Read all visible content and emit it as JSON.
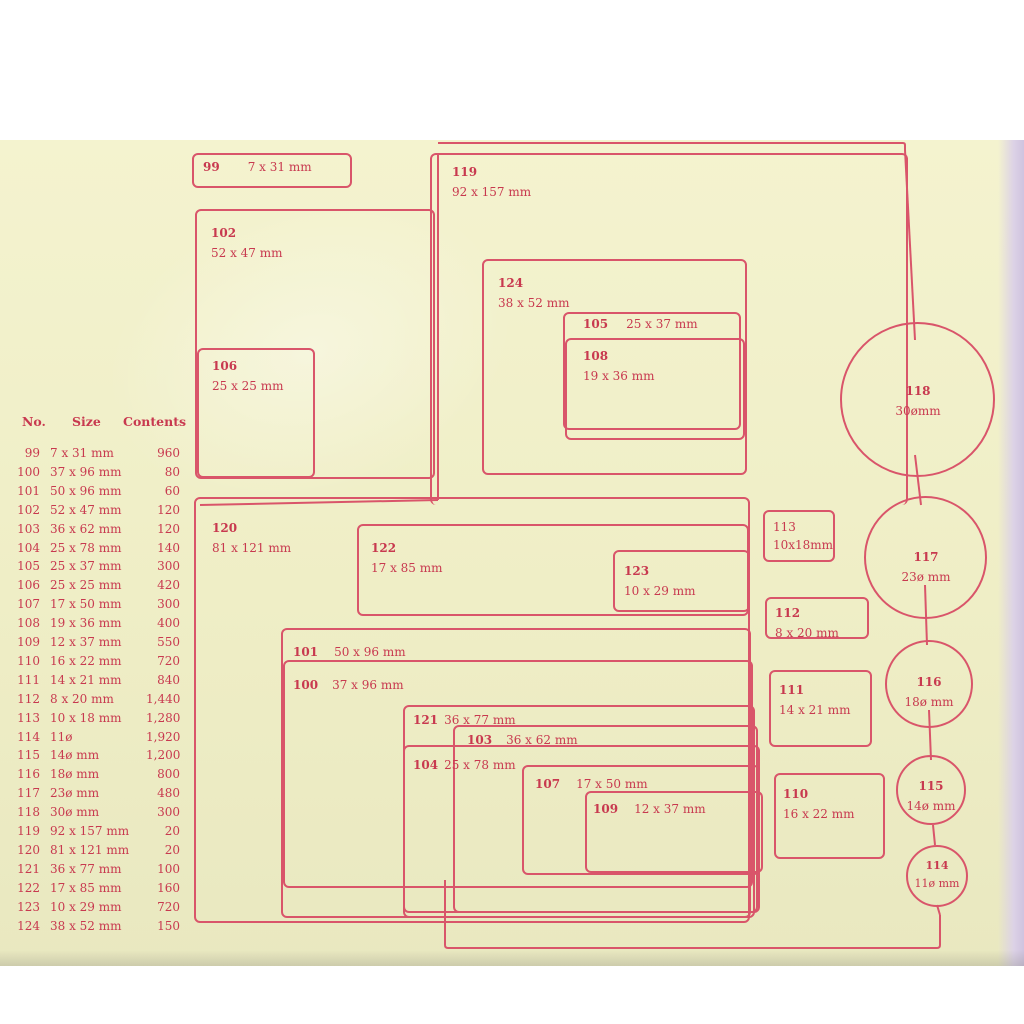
{
  "table": {
    "headers": {
      "no": "No.",
      "size": "Size",
      "contents": "Contents"
    },
    "rows": [
      {
        "no": "99",
        "size": "7 x 31 mm",
        "contents": "960"
      },
      {
        "no": "100",
        "size": "37 x 96 mm",
        "contents": "80"
      },
      {
        "no": "101",
        "size": "50 x 96 mm",
        "contents": "60"
      },
      {
        "no": "102",
        "size": "52 x 47 mm",
        "contents": "120"
      },
      {
        "no": "103",
        "size": "36 x 62 mm",
        "contents": "120"
      },
      {
        "no": "104",
        "size": "25 x 78 mm",
        "contents": "140"
      },
      {
        "no": "105",
        "size": "25 x 37 mm",
        "contents": "300"
      },
      {
        "no": "106",
        "size": "25 x 25 mm",
        "contents": "420"
      },
      {
        "no": "107",
        "size": "17 x 50 mm",
        "contents": "300"
      },
      {
        "no": "108",
        "size": "19 x 36 mm",
        "contents": "400"
      },
      {
        "no": "109",
        "size": "12 x 37 mm",
        "contents": "550"
      },
      {
        "no": "110",
        "size": "16 x 22 mm",
        "contents": "720"
      },
      {
        "no": "111",
        "size": "14 x 21 mm",
        "contents": "840"
      },
      {
        "no": "112",
        "size": "8 x 20 mm",
        "contents": "1,440"
      },
      {
        "no": "113",
        "size": "10 x 18 mm",
        "contents": "1,280"
      },
      {
        "no": "114",
        "size": "11ø",
        "contents": "1,920"
      },
      {
        "no": "115",
        "size": "14ø mm",
        "contents": "1,200"
      },
      {
        "no": "116",
        "size": "18ø mm",
        "contents": "800"
      },
      {
        "no": "117",
        "size": "23ø mm",
        "contents": "480"
      },
      {
        "no": "118",
        "size": "30ø mm",
        "contents": "300"
      },
      {
        "no": "119",
        "size": "92 x 157 mm",
        "contents": "20"
      },
      {
        "no": "120",
        "size": "81 x 121 mm",
        "contents": "20"
      },
      {
        "no": "121",
        "size": "36 x 77 mm",
        "contents": "100"
      },
      {
        "no": "122",
        "size": "17 x 85 mm",
        "contents": "160"
      },
      {
        "no": "123",
        "size": "10 x 29 mm",
        "contents": "720"
      },
      {
        "no": "124",
        "size": "38 x 52 mm",
        "contents": "150"
      }
    ]
  },
  "labels": {
    "l99": {
      "num": "99",
      "size": "7 x 31 mm"
    },
    "l100": {
      "num": "100",
      "size": "37 x 96 mm"
    },
    "l101": {
      "num": "101",
      "size": "50 x 96 mm"
    },
    "l102": {
      "num": "102",
      "size": "52 x 47 mm"
    },
    "l103": {
      "num": "103",
      "size": "36 x 62 mm"
    },
    "l104": {
      "num": "104",
      "size": "25 x 78 mm"
    },
    "l105": {
      "num": "105",
      "size": "25 x 37 mm"
    },
    "l106": {
      "num": "106",
      "size": "25 x 25 mm"
    },
    "l107": {
      "num": "107",
      "size": "17 x 50 mm"
    },
    "l108": {
      "num": "108",
      "size": "19 x 36 mm"
    },
    "l109": {
      "num": "109",
      "size": "12 x 37 mm"
    },
    "l110": {
      "num": "110",
      "size": "16 x 22 mm"
    },
    "l111": {
      "num": "111",
      "size": "14 x 21 mm"
    },
    "l112": {
      "num": "112",
      "size": "8 x 20 mm"
    },
    "l113": {
      "num": "113",
      "size": "10x18mm"
    },
    "l114": {
      "num": "114",
      "size": "11ø mm"
    },
    "l115": {
      "num": "115",
      "size": "14ø mm"
    },
    "l116": {
      "num": "116",
      "size": "18ø mm"
    },
    "l117": {
      "num": "117",
      "size": "23ø mm"
    },
    "l118": {
      "num": "118",
      "size": "30ømm"
    },
    "l119": {
      "num": "119",
      "size": "92 x 157 mm"
    },
    "l120": {
      "num": "120",
      "size": "81 x 121 mm"
    },
    "l121": {
      "num": "121",
      "size": "36 x 77 mm"
    },
    "l122": {
      "num": "122",
      "size": "17 x 85 mm"
    },
    "l123": {
      "num": "123",
      "size": "10 x 29 mm"
    },
    "l124": {
      "num": "124",
      "size": "38 x 52 mm"
    }
  },
  "colors": {
    "ink": "#d9556a",
    "text": "#c8394f",
    "paper": "#f1f0c9"
  }
}
